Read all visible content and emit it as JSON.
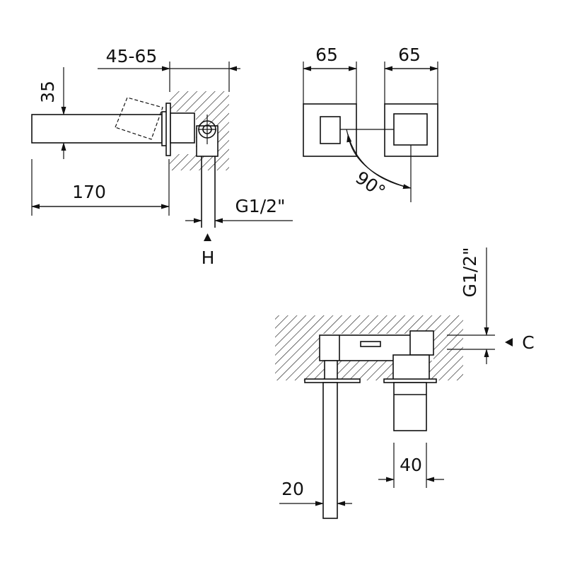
{
  "side_view": {
    "dim_height": "35",
    "dim_depth": "45-65",
    "dim_length": "170",
    "dim_thread": "G1/2\"",
    "marker_h": "H"
  },
  "top_view": {
    "dim_left_plate": "65",
    "dim_right_plate": "65",
    "angle": "90°"
  },
  "front_view": {
    "dim_thread": "G1/2\"",
    "marker_c": "C",
    "dim_body": "40",
    "dim_spout": "20"
  }
}
